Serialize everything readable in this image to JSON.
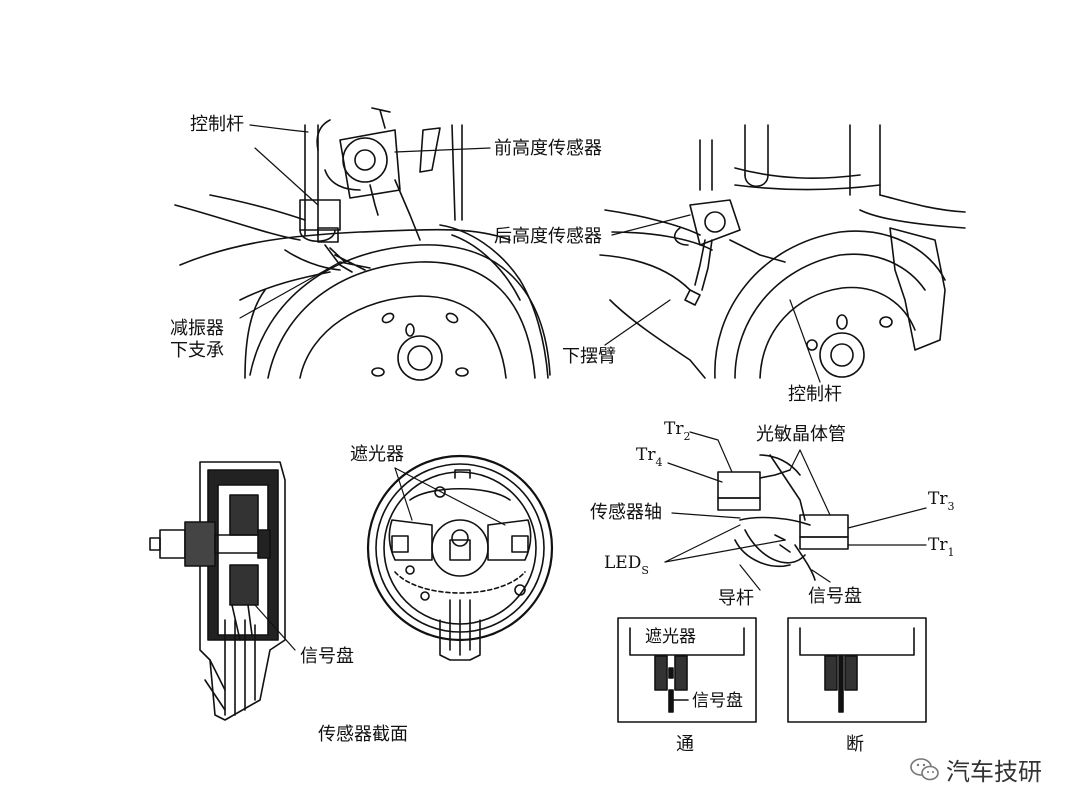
{
  "labels": {
    "tl_control_rod": "控制杆",
    "tl_front_sensor": "前高度传感器",
    "tl_shock_line1": "减振器",
    "tl_shock_line2": "下支承",
    "tr_rear_sensor": "后高度传感器",
    "tr_lower_arm": "下摆臂",
    "tr_control_rod": "控制杆",
    "bl_shutter": "遮光器",
    "bl_signal_disc": "信号盘",
    "bl_section": "传感器截面",
    "br_tr2": "Tr",
    "br_tr2_sub": "2",
    "br_tr4": "Tr",
    "br_tr4_sub": "4",
    "br_phototransistor": "光敏晶体管",
    "br_sensor_shaft": "传感器轴",
    "br_tr3": "Tr",
    "br_tr3_sub": "3",
    "br_tr1": "Tr",
    "br_tr1_sub": "1",
    "br_leds": "LED",
    "br_leds_sub": "S",
    "br_guide_rod": "导杆",
    "br_signal_disc": "信号盘",
    "box_shutter": "遮光器",
    "box_signal_disc": "信号盘",
    "box_on": "通",
    "box_off": "断"
  },
  "watermark": {
    "icon": "wechat-icon",
    "text": "汽车技研"
  }
}
